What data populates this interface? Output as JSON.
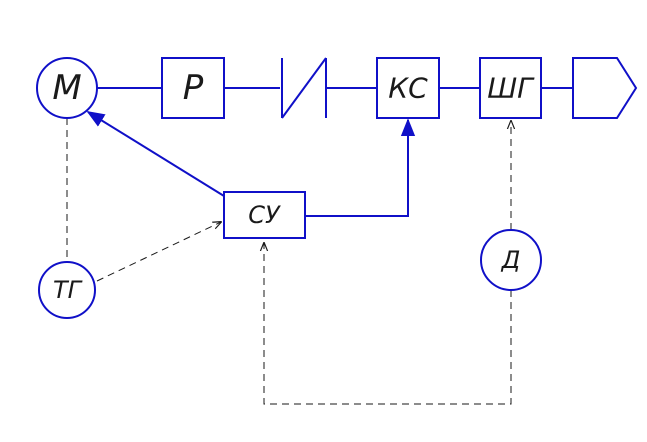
{
  "blocks": {
    "motor": "M",
    "reducer": "P",
    "clutch": "КС",
    "screw_gear": "ШГ",
    "control_unit": "СУ",
    "tachogenerator": "ТГ",
    "sensor": "Д"
  },
  "colors": {
    "line": "#1010c8",
    "text": "#1a1a1a",
    "feedback": "#1a1a1a"
  }
}
